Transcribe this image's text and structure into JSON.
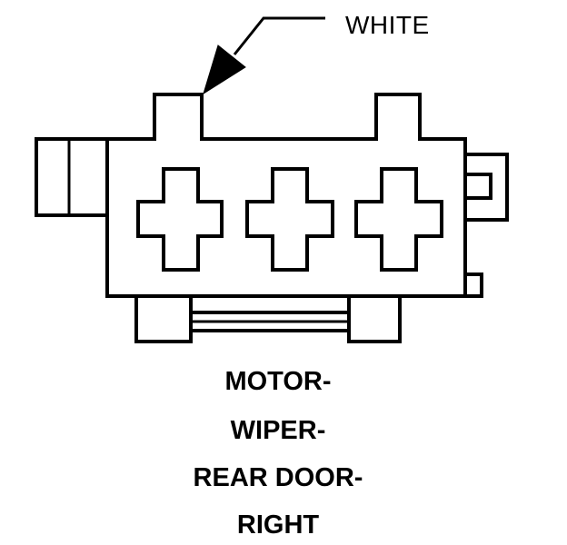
{
  "callout": {
    "label": "WHITE"
  },
  "caption": {
    "lines": [
      "MOTOR-",
      "WIPER-",
      "REAR DOOR-",
      "RIGHT"
    ]
  },
  "colors": {
    "stroke": "#000000",
    "background": "#ffffff"
  },
  "cavities": {
    "count": 3
  }
}
